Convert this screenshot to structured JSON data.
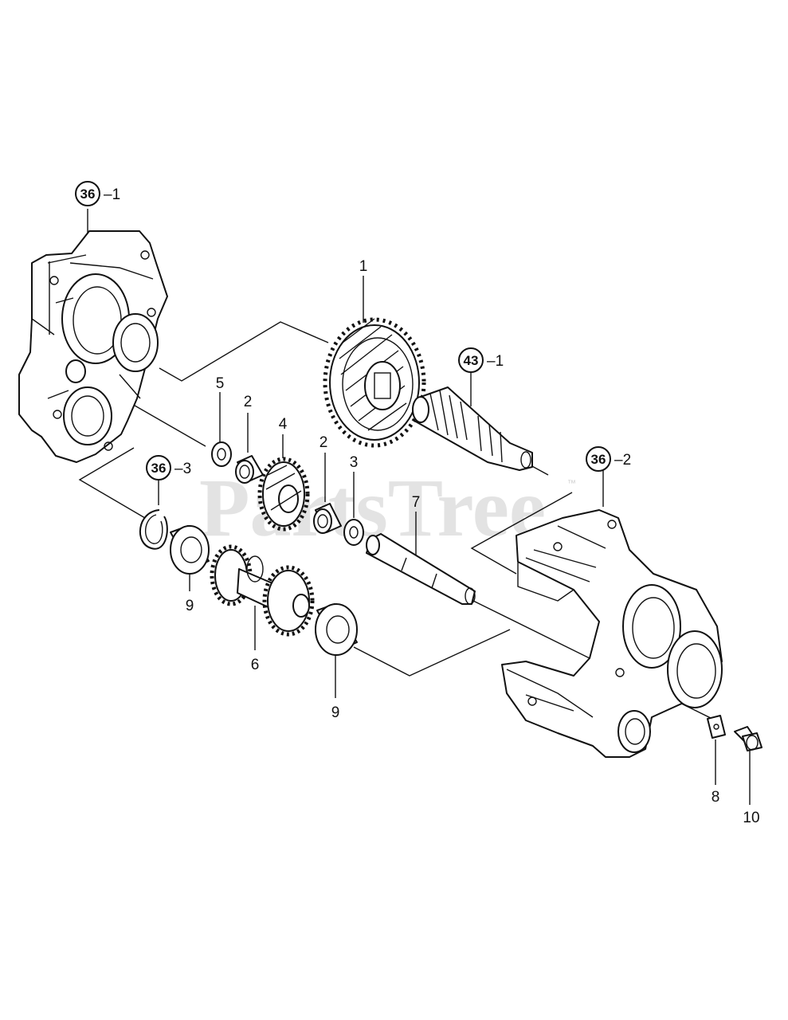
{
  "watermark": {
    "text": "PartsTree",
    "trademark": "™"
  },
  "callouts": [
    {
      "id": "callout-1",
      "label": "1"
    },
    {
      "id": "callout-2a",
      "label": "2"
    },
    {
      "id": "callout-2b",
      "label": "2"
    },
    {
      "id": "callout-3",
      "label": "3"
    },
    {
      "id": "callout-4",
      "label": "4"
    },
    {
      "id": "callout-5",
      "label": "5"
    },
    {
      "id": "callout-6",
      "label": "6"
    },
    {
      "id": "callout-7",
      "label": "7"
    },
    {
      "id": "callout-8",
      "label": "8"
    },
    {
      "id": "callout-9a",
      "label": "9"
    },
    {
      "id": "callout-9b",
      "label": "9"
    },
    {
      "id": "callout-10",
      "label": "10"
    }
  ],
  "references": [
    {
      "id": "ref-36-1",
      "number": "36",
      "suffix": "–1"
    },
    {
      "id": "ref-36-2",
      "number": "36",
      "suffix": "–2"
    },
    {
      "id": "ref-36-3",
      "number": "36",
      "suffix": "–3"
    },
    {
      "id": "ref-43-1",
      "number": "43",
      "suffix": "–1"
    }
  ]
}
